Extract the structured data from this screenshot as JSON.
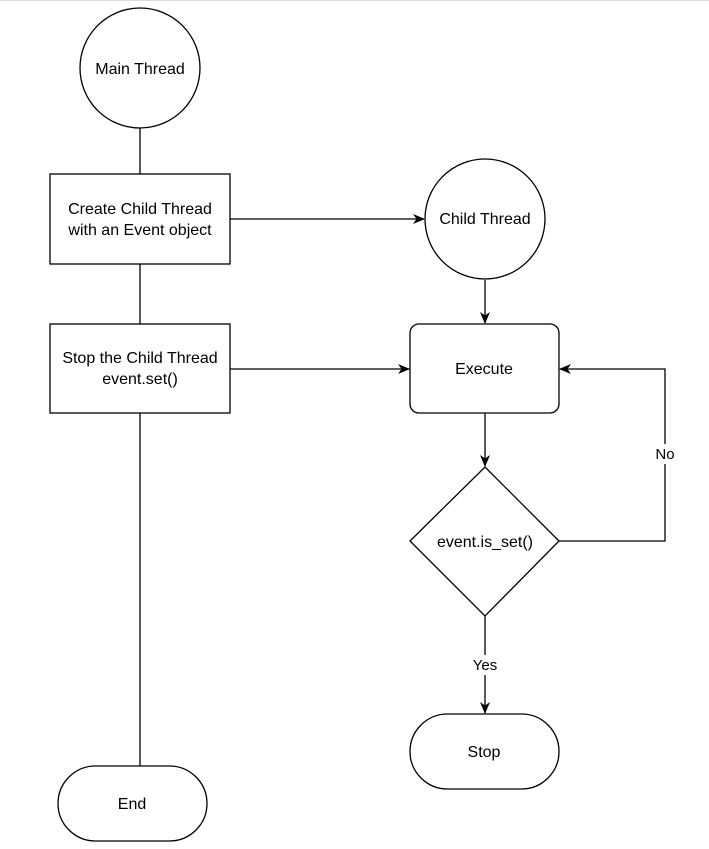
{
  "diagram": {
    "nodes": {
      "main_thread": {
        "lines": [
          "Main Thread"
        ]
      },
      "create_child": {
        "lines": [
          "Create Child Thread",
          "with an Event object"
        ]
      },
      "stop_child": {
        "lines": [
          "Stop the Child Thread",
          "event.set()"
        ]
      },
      "end": {
        "lines": [
          "End"
        ]
      },
      "child_thread": {
        "lines": [
          "Child Thread"
        ]
      },
      "execute": {
        "lines": [
          "Execute"
        ]
      },
      "decision": {
        "lines": [
          "event.is_set()"
        ]
      },
      "stop": {
        "lines": [
          "Stop"
        ]
      }
    },
    "edges": {
      "no_label": "No",
      "yes_label": "Yes"
    },
    "colors": {
      "stroke": "#000000",
      "fill": "#ffffff",
      "text": "#000000"
    }
  }
}
